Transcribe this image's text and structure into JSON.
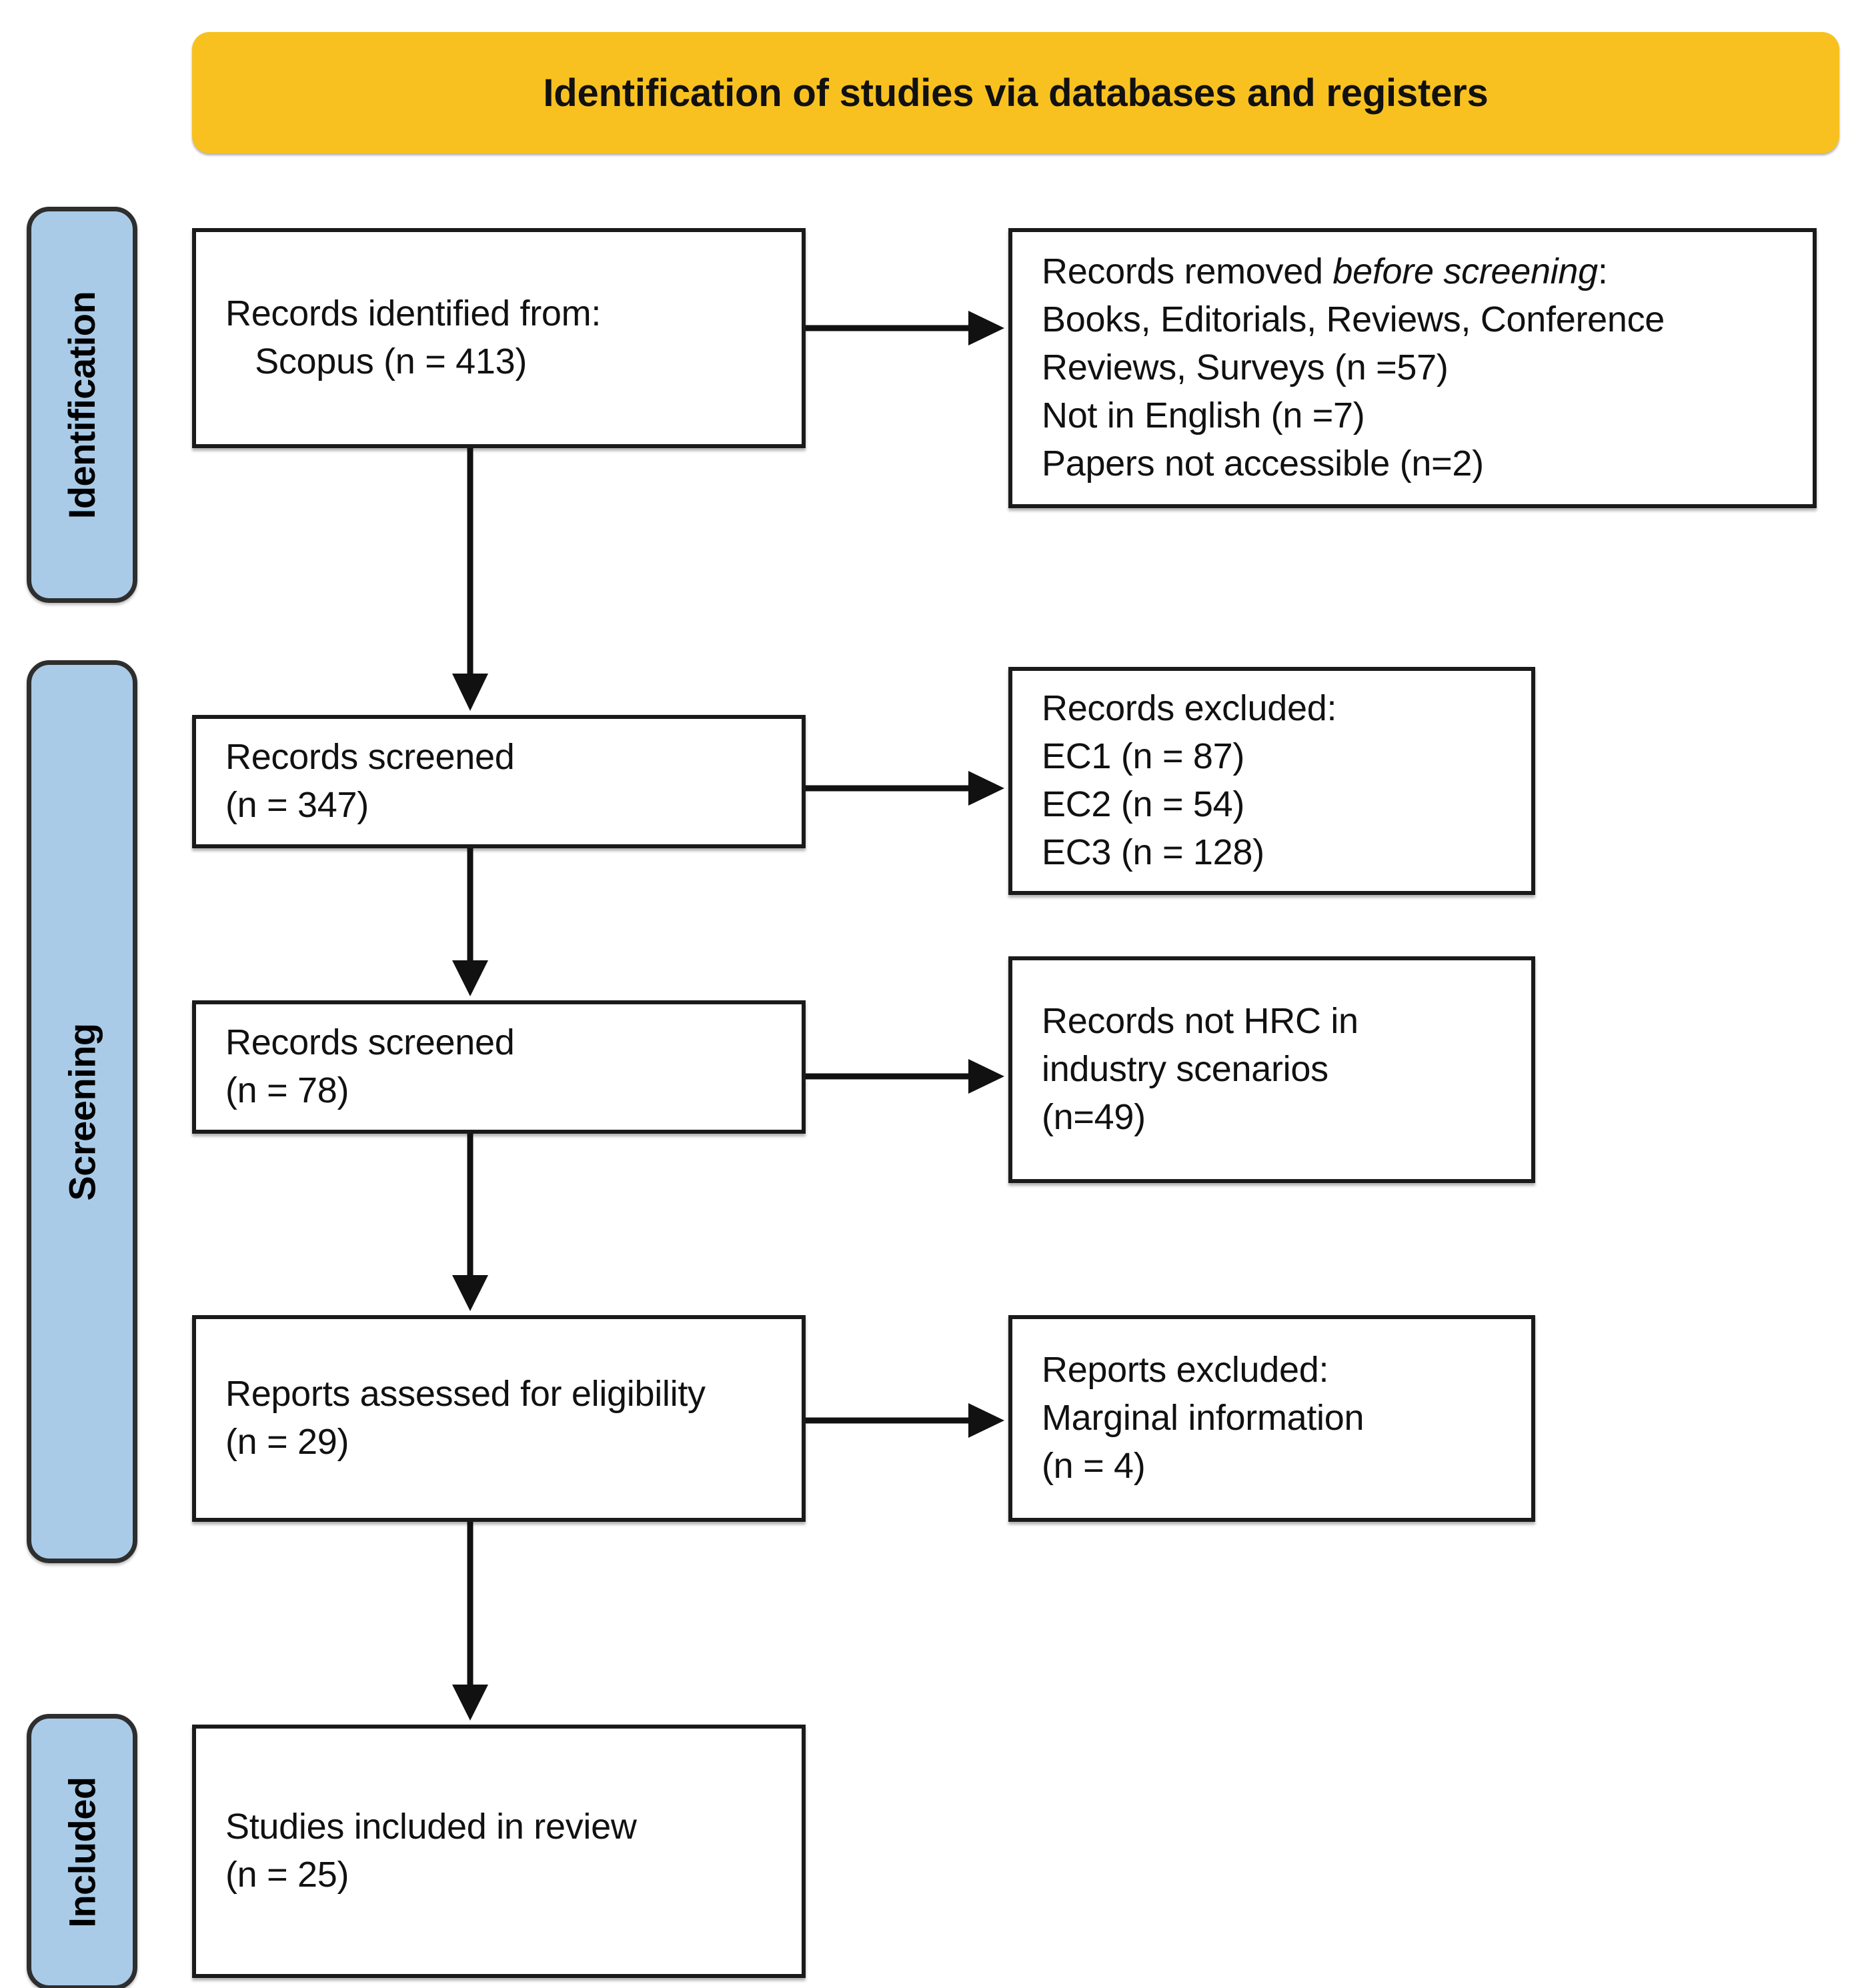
{
  "banner": {
    "title": "Identification of studies via databases and registers",
    "color": "#F8C120"
  },
  "stages": [
    {
      "label": "Identification",
      "color": "#A9CBE8"
    },
    {
      "label": "Screening",
      "color": "#A9CBE8"
    },
    {
      "label": "Included",
      "color": "#A9CBE8"
    }
  ],
  "boxes": {
    "identified": {
      "line1": "Records identified from:",
      "line2": "   Scopus (n = 413)"
    },
    "removed": {
      "line1_prefix": "Records removed ",
      "line1_italic": "before screening",
      "line1_suffix": ":",
      "line2": "Books, Editorials, Reviews, Conference",
      "line3": "Reviews, Surveys (n =57)",
      "line4": "Not in English (n =7)",
      "line5": "Papers not accessible (n=2)"
    },
    "screened_347": {
      "line1": "Records screened",
      "line2": "(n = 347)"
    },
    "excluded_ec": {
      "line1": "Records excluded:",
      "line2": "EC1 (n = 87)",
      "line3": "EC2 (n = 54)",
      "line4": "EC3 (n = 128)"
    },
    "screened_78": {
      "line1": "Records screened",
      "line2": "(n = 78)"
    },
    "not_hrc": {
      "line1": "Records not HRC in",
      "line2": "industry scenarios",
      "line3": "(n=49)"
    },
    "eligibility": {
      "line1": "Reports assessed for eligibility",
      "line2": "(n = 29)"
    },
    "reports_excluded": {
      "line1": "Reports excluded:",
      "line2": "Marginal information",
      "line3": "(n = 4)"
    },
    "included": {
      "line1": "Studies included in review",
      "line2": "(n = 25)"
    }
  },
  "chart_data": {
    "type": "diagram",
    "title": "Identification of studies via databases and registers",
    "diagram_kind": "PRISMA 2020 flow diagram",
    "stages": [
      "Identification",
      "Screening",
      "Included"
    ],
    "nodes": [
      {
        "id": "identified",
        "stage": "Identification",
        "label": "Records identified from: Scopus",
        "n": 413
      },
      {
        "id": "removed",
        "stage": "Identification",
        "label": "Records removed before screening",
        "breakdown": [
          {
            "reason": "Books, Editorials, Reviews, Conference Reviews, Surveys",
            "n": 57
          },
          {
            "reason": "Not in English",
            "n": 7
          },
          {
            "reason": "Papers not accessible",
            "n": 2
          }
        ]
      },
      {
        "id": "screened_347",
        "stage": "Screening",
        "label": "Records screened",
        "n": 347
      },
      {
        "id": "excluded_ec",
        "stage": "Screening",
        "label": "Records excluded",
        "breakdown": [
          {
            "reason": "EC1",
            "n": 87
          },
          {
            "reason": "EC2",
            "n": 54
          },
          {
            "reason": "EC3",
            "n": 128
          }
        ]
      },
      {
        "id": "screened_78",
        "stage": "Screening",
        "label": "Records screened",
        "n": 78
      },
      {
        "id": "not_hrc",
        "stage": "Screening",
        "label": "Records not HRC in industry scenarios",
        "n": 49
      },
      {
        "id": "eligibility",
        "stage": "Screening",
        "label": "Reports assessed for eligibility",
        "n": 29
      },
      {
        "id": "reports_excluded",
        "stage": "Screening",
        "label": "Reports excluded: Marginal information",
        "n": 4
      },
      {
        "id": "included",
        "stage": "Included",
        "label": "Studies included in review",
        "n": 25
      }
    ],
    "edges": [
      {
        "from": "identified",
        "to": "removed",
        "direction": "right"
      },
      {
        "from": "identified",
        "to": "screened_347",
        "direction": "down"
      },
      {
        "from": "screened_347",
        "to": "excluded_ec",
        "direction": "right"
      },
      {
        "from": "screened_347",
        "to": "screened_78",
        "direction": "down"
      },
      {
        "from": "screened_78",
        "to": "not_hrc",
        "direction": "right"
      },
      {
        "from": "screened_78",
        "to": "eligibility",
        "direction": "down"
      },
      {
        "from": "eligibility",
        "to": "reports_excluded",
        "direction": "right"
      },
      {
        "from": "eligibility",
        "to": "included",
        "direction": "down"
      }
    ]
  }
}
